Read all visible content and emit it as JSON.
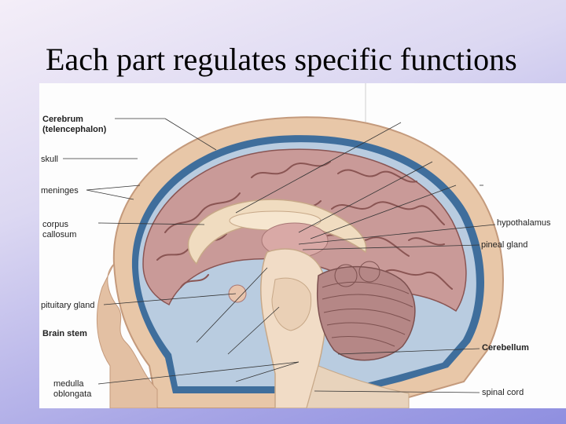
{
  "slide": {
    "title": "Each part regulates specific functions"
  },
  "diagram": {
    "labels": {
      "cerebrum_line1": "Cerebrum",
      "cerebrum_line2": "(telencephalon)",
      "skull": "skull",
      "meninges": "meninges",
      "corpus_line1": "corpus",
      "corpus_line2": "callosum",
      "pituitary": "pituitary gland",
      "brain_stem": "Brain stem",
      "medulla_line1": "medulla",
      "medulla_line2": "oblongata",
      "hypothalamus": "hypothalamus",
      "pineal": "pineal gland",
      "cerebellum": "Cerebellum",
      "spinal_cord": "spinal cord"
    },
    "colors": {
      "skull": "#e8c7a8",
      "dura": "#3f6e9c",
      "csf": "#b9cce0",
      "cortex": "#c99a98",
      "sulci": "#8a5553",
      "white_matter": "#f0dcc0",
      "brainstem": "#f1dcc6",
      "cerebellum": "#b58786"
    }
  }
}
